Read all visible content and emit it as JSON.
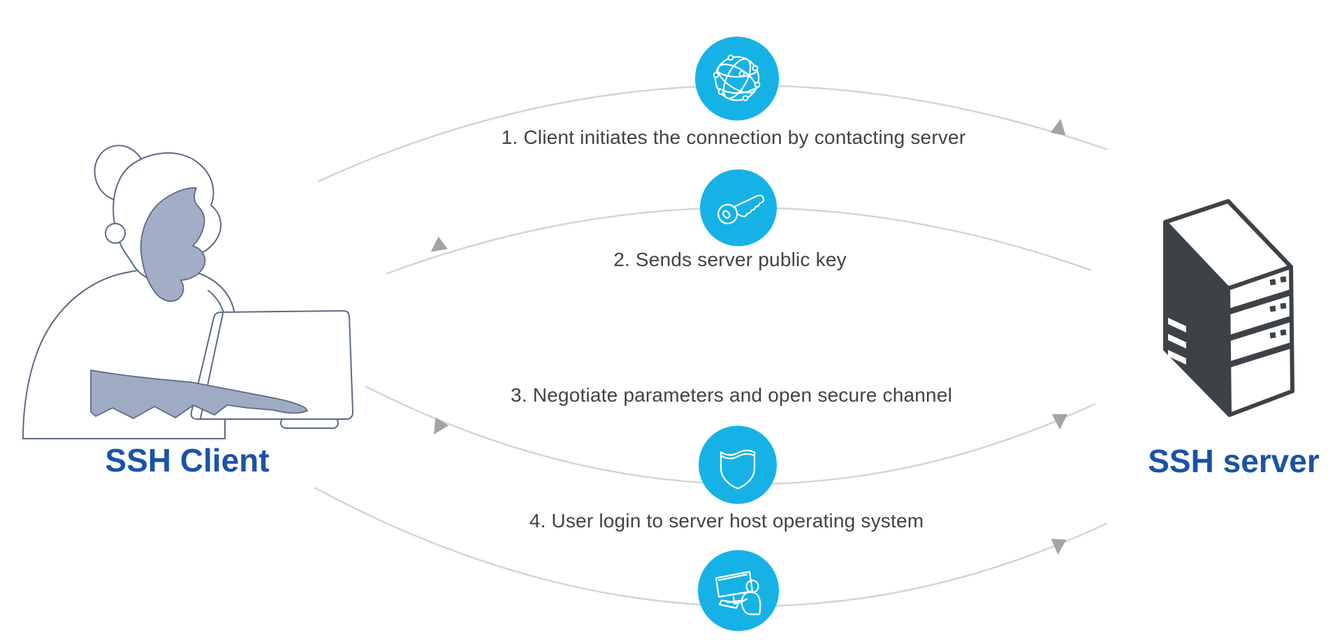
{
  "diagram": {
    "title_implicit": "SSH connection establishment flow",
    "client_label": "SSH Client",
    "server_label": "SSH server",
    "steps": [
      {
        "label": "1. Client initiates the connection by contacting server",
        "icon": "globe-network-icon",
        "direction": "client-to-server"
      },
      {
        "label": "2. Sends server public key",
        "icon": "key-icon",
        "direction": "server-to-client"
      },
      {
        "label": "3. Negotiate parameters and open secure channel",
        "icon": "shield-icon",
        "direction": "bidirectional"
      },
      {
        "label": "4. User login to server host operating system",
        "icon": "user-at-computer-icon",
        "direction": "client-to-server"
      }
    ],
    "colors": {
      "icon_circle_cyan": "#16b2e6",
      "label_blue": "#1a53a6",
      "step_text_gray": "#3f4347",
      "arc_gray": "#d5d5d5",
      "arrowhead_gray": "#a3a3a3",
      "illustration_outline": "#5b6a84",
      "illustration_fill_gray": "#a3aec6",
      "server_dark": "#3d4247"
    }
  }
}
